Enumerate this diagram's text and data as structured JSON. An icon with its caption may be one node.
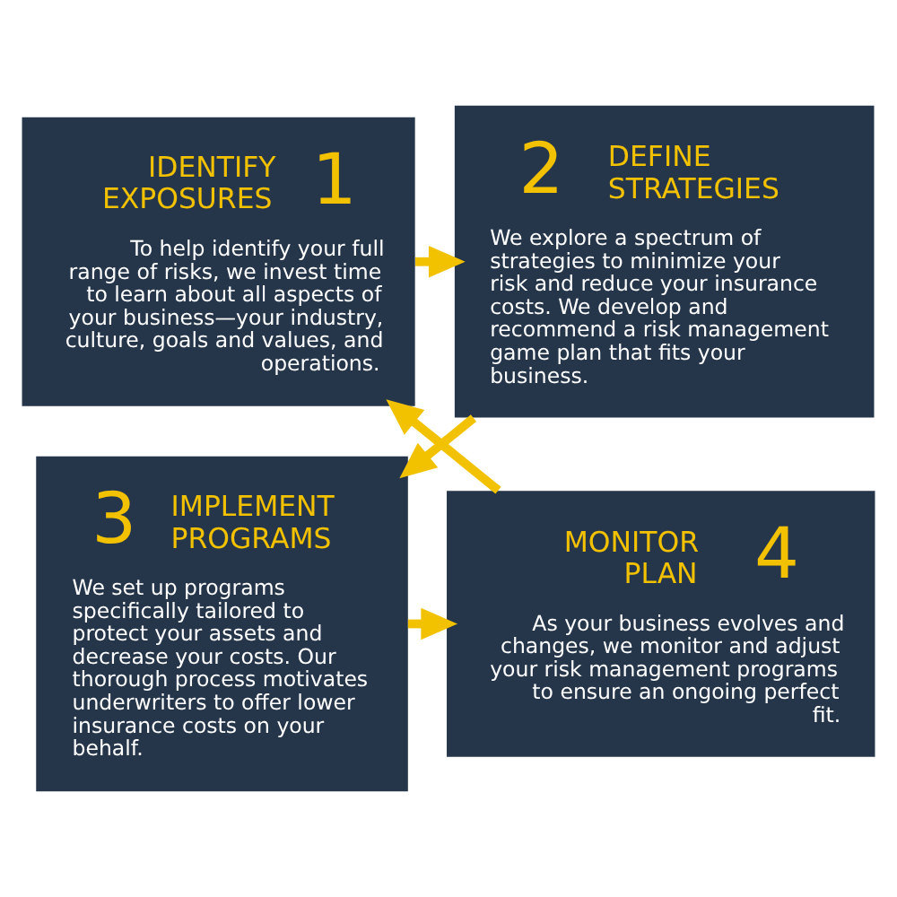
{
  "diagram": {
    "nodes": [
      {
        "text": [
          "IDENTIFY EXPOSURES",
          "1",
          "To help identify your full range of risks, we invest time to learn about all aspects of your business—your industry, culture, goals and values, and operations."
        ]
      },
      {
        "text": [
          "2",
          "DEFINE STRATEGIES",
          "We explore a spectrum of strategies to minimize your risk and reduce your insurance costs. We develop and recommend a risk management game plan that fits your business."
        ]
      },
      {
        "text": [
          "MONITOR PLAN",
          "4",
          "As your business evolves and changes, we monitor and adjust your risk management programs to ensure an ongoing perfect fit."
        ]
      },
      {
        "text": [
          "3",
          "IMPLEMENT PROGRAMS",
          "We set up programs specifically tailored to protect your assets and decrease your costs. Our thorough process motivates underwriters to offer lower insurance costs on your behalf."
        ]
      }
    ],
    "edges": [
      {
        "from": 0,
        "to": 1,
        "arrow": "to"
      },
      {
        "from": 1,
        "to": 3,
        "arrow": "to"
      },
      {
        "from": 3,
        "to": 2,
        "arrow": "to"
      },
      {
        "from": 2,
        "to": 0,
        "arrow": "to"
      }
    ]
  }
}
